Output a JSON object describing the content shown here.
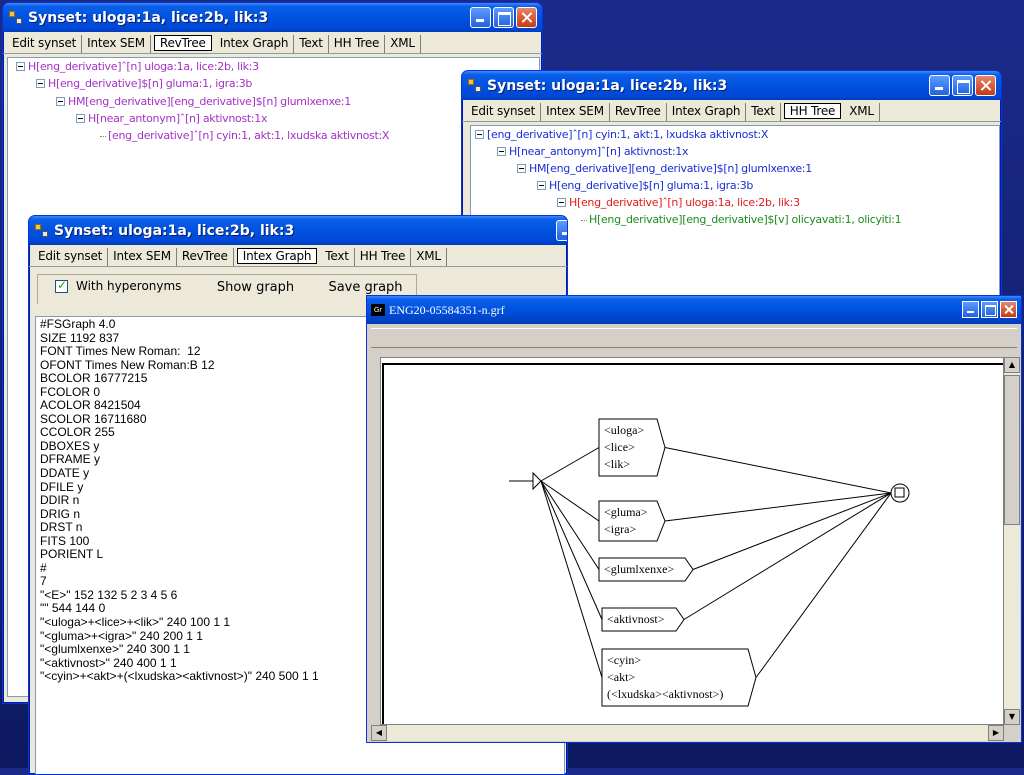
{
  "tabs": [
    "Edit synset",
    "Intex SEM",
    "RevTree",
    "Intex Graph",
    "Text",
    "HH Tree",
    "XML"
  ],
  "win1": {
    "title": "Synset: uloga:1a, lice:2b, lik:3",
    "active_tab": "RevTree",
    "tree": [
      "H[eng_derivative]ˆ[n] uloga:1a, lice:2b, lik:3",
      "H[eng_derivative]$[n] gluma:1, igra:3b",
      "HM[eng_derivative][eng_derivative]$[n] glumlxenxe:1",
      "H[near_antonym]ˆ[n] aktivnost:1x",
      "[eng_derivative]ˆ[n] cyin:1, akt:1, lxudska aktivnost:X"
    ]
  },
  "win2": {
    "title": "Synset: uloga:1a, lice:2b, lik:3",
    "active_tab": "HH Tree",
    "tree": [
      "[eng_derivative]ˆ[n] cyin:1, akt:1, lxudska aktivnost:X",
      "H[near_antonym]ˆ[n] aktivnost:1x",
      "HM[eng_derivative][eng_derivative]$[n] glumlxenxe:1",
      "H[eng_derivative]$[n] gluma:1, igra:3b",
      "H[eng_derivative]ˆ[n] uloga:1a, lice:2b, lik:3",
      "H[eng_derivative][eng_derivative]$[v] olicyavati:1, olicyiti:1"
    ]
  },
  "win3": {
    "title": "Synset: uloga:1a, lice:2b, lik:3",
    "active_tab": "Intex Graph",
    "checkbox_label": "With hyperonyms",
    "show_graph": "Show graph",
    "save_graph": "Save graph",
    "text_lines": [
      "#FSGraph 4.0",
      "SIZE 1192 837",
      "FONT Times New Roman:  12",
      "OFONT Times New Roman:B 12",
      "BCOLOR 16777215",
      "FCOLOR 0",
      "ACOLOR 8421504",
      "SCOLOR 16711680",
      "CCOLOR 255",
      "DBOXES y",
      "DFRAME y",
      "DDATE y",
      "DFILE y",
      "DDIR n",
      "DRIG n",
      "DRST n",
      "FITS 100",
      "PORIENT L",
      "#",
      "7",
      "\"<E>\" 152 132 5 2 3 4 5 6",
      "\"\" 544 144 0",
      "\"<uloga>+<lice>+<lik>\" 240 100 1 1",
      "\"<gluma>+<igra>\" 240 200 1 1",
      "\"<glumlxenxe>\" 240 300 1 1",
      "\"<aktivnost>\" 240 400 1 1",
      "\"<cyin>+<akt>+(<lxudska><aktivnost>)\" 240 500 1 1"
    ]
  },
  "grf": {
    "title": "ENG20-05584351-n.grf",
    "boxes": [
      [
        "<uloga>",
        "<lice>",
        "<lik>"
      ],
      [
        "<gluma>",
        "<igra>"
      ],
      [
        "<glumlxenxe>"
      ],
      [
        "<aktivnost>"
      ],
      [
        "<cyin>",
        "<akt>",
        "(<lxudska><aktivnost>)"
      ]
    ]
  }
}
